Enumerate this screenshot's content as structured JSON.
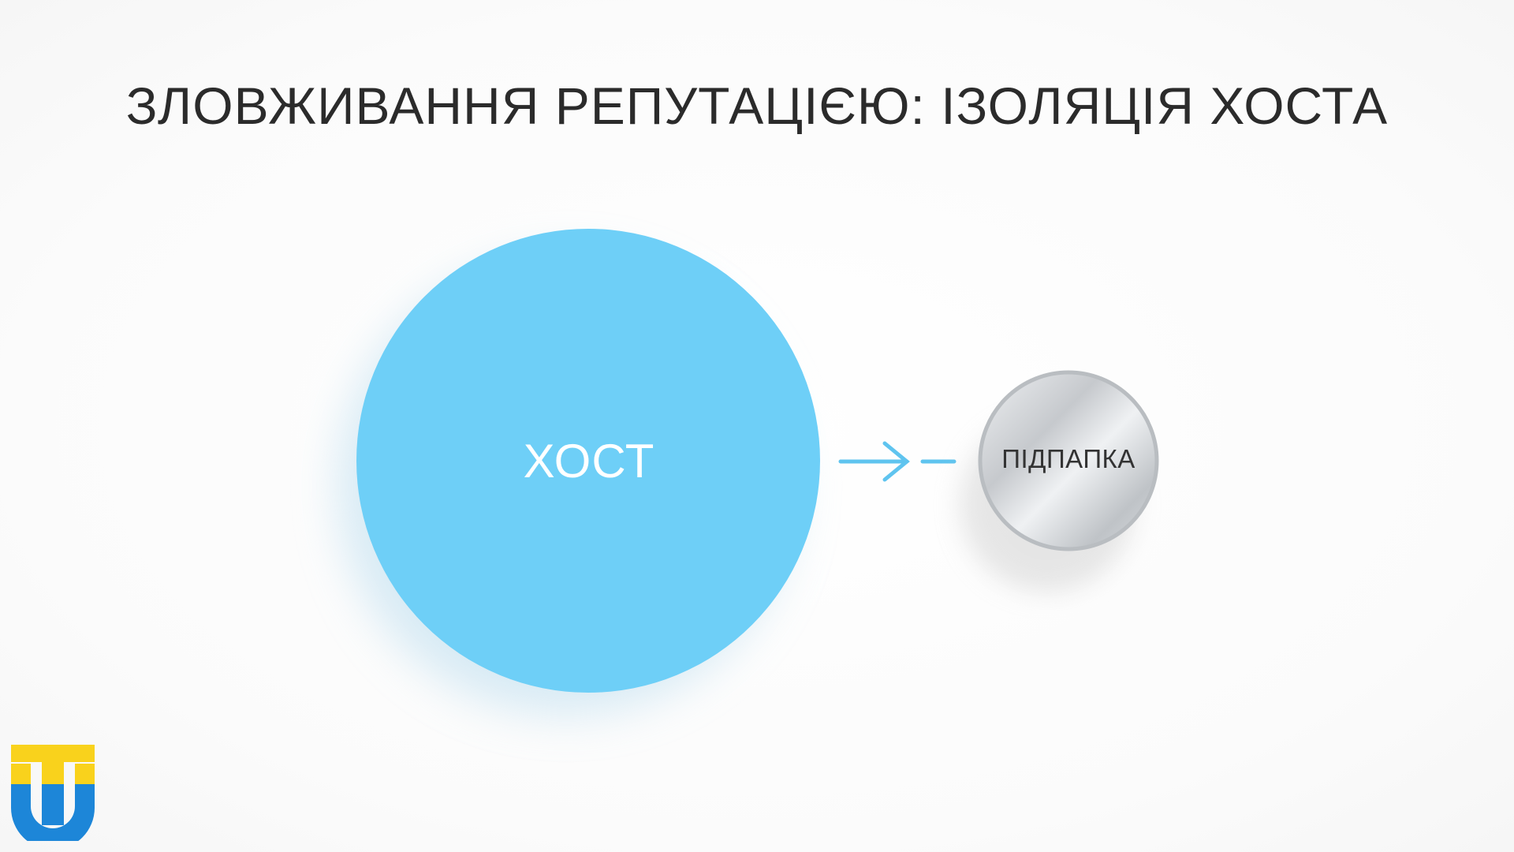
{
  "slide": {
    "title": "ЗЛОВЖИВАННЯ РЕПУТАЦІЄЮ: ІЗОЛЯЦІЯ ХОСТА"
  },
  "diagram": {
    "nodes": [
      {
        "id": "host",
        "label": "ХОСТ",
        "color": "#6ecff7"
      },
      {
        "id": "subfolder",
        "label": "ПІДПАПКА",
        "color": "#c9ccd0"
      }
    ],
    "edge": {
      "from": "host",
      "to": "subfolder",
      "style": "arrow-then-dash",
      "color": "#5fc4ef"
    }
  },
  "logo": {
    "icon": "tu-logo-icon",
    "colors": {
      "top": "#f9d21c",
      "bottom": "#1d86d8"
    }
  }
}
